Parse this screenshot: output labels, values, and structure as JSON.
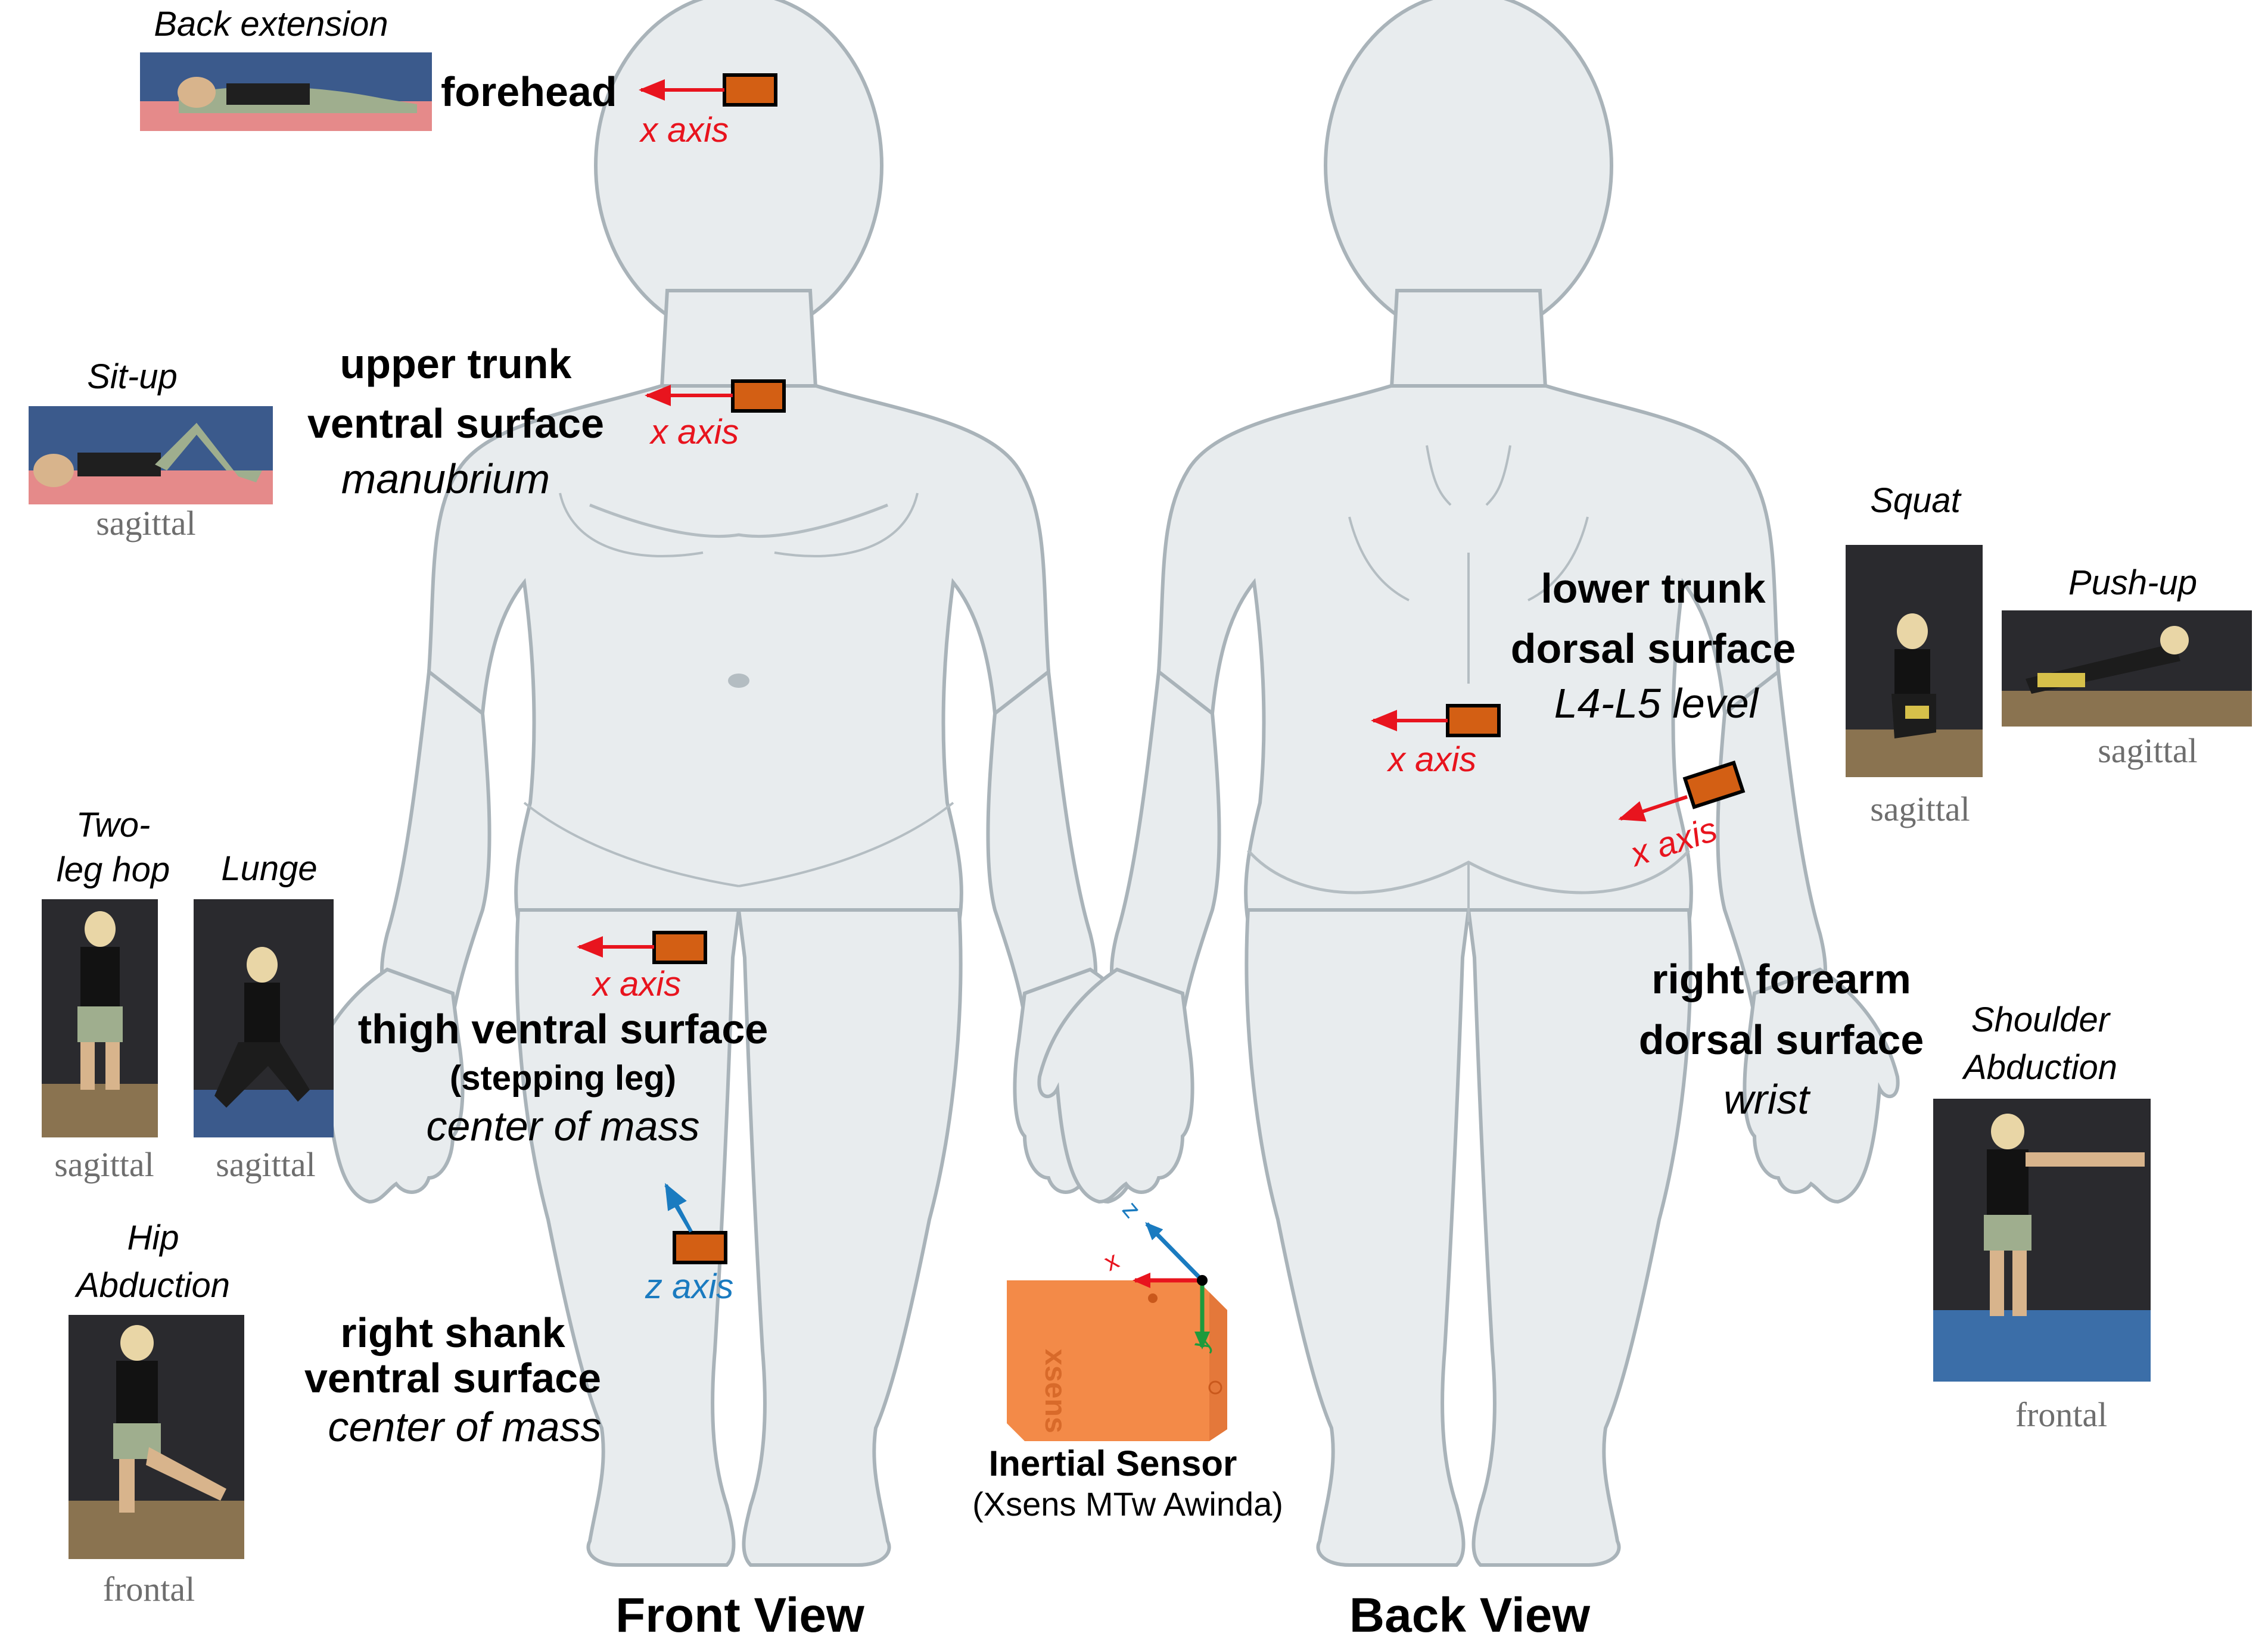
{
  "views": {
    "front": "Front View",
    "back": "Back View"
  },
  "axes": {
    "x": "x axis",
    "z": "z axis"
  },
  "sensor_sites": {
    "forehead": {
      "line1": "forehead"
    },
    "upper_trunk": {
      "line1": "upper trunk",
      "line2": "ventral surface",
      "detail": "manubrium"
    },
    "thigh": {
      "line1": "thigh ventral surface",
      "line2": "(stepping leg)",
      "detail": "center of mass"
    },
    "shank": {
      "line1": "right shank",
      "line2": "ventral surface",
      "detail": "center of mass"
    },
    "lower_trunk": {
      "line1": "lower trunk",
      "line2": "dorsal surface",
      "detail": "L4-L5 level"
    },
    "forearm": {
      "line1": "right forearm",
      "line2": "dorsal surface",
      "detail": "wrist"
    }
  },
  "sensor": {
    "title": "Inertial Sensor",
    "model": "(Xsens MTw Awinda)",
    "brand": "xsens",
    "axis_x": "x",
    "axis_y": "y",
    "axis_z": "z"
  },
  "exercises": {
    "back_extension": {
      "name": "Back extension"
    },
    "sit_up": {
      "name": "Sit-up",
      "plane": "sagittal"
    },
    "two_leg_hop": {
      "name_line1": "Two-",
      "name_line2": "leg hop",
      "plane": "sagittal"
    },
    "lunge": {
      "name": "Lunge",
      "plane": "sagittal"
    },
    "hip_abduction": {
      "name_line1": "Hip",
      "name_line2": "Abduction",
      "plane": "frontal"
    },
    "squat": {
      "name": "Squat",
      "plane": "sagittal"
    },
    "push_up": {
      "name": "Push-up",
      "plane": "sagittal"
    },
    "shoulder_abduction": {
      "name_line1": "Shoulder",
      "name_line2": "Abduction",
      "plane": "frontal"
    }
  },
  "colors": {
    "body_fill": "#e8ecee",
    "body_stroke": "#a9b3b9",
    "sensor_box": "#d35f14",
    "x_axis": "#e8141e",
    "z_axis": "#1a7bc0",
    "y_axis": "#1e9a3c",
    "device": "#f38a48"
  }
}
